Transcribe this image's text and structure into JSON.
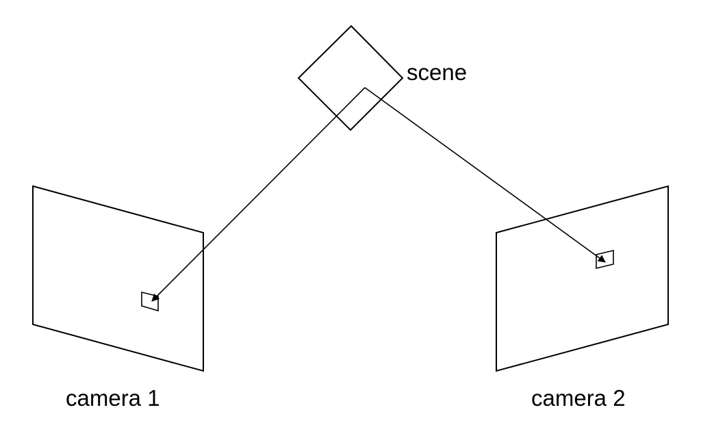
{
  "diagram": {
    "labels": {
      "scene": "scene",
      "camera_1": "camera 1",
      "camera_2": "camera 2"
    },
    "colors": {
      "stroke": "#000000",
      "text": "#000000",
      "background": "#ffffff"
    }
  }
}
